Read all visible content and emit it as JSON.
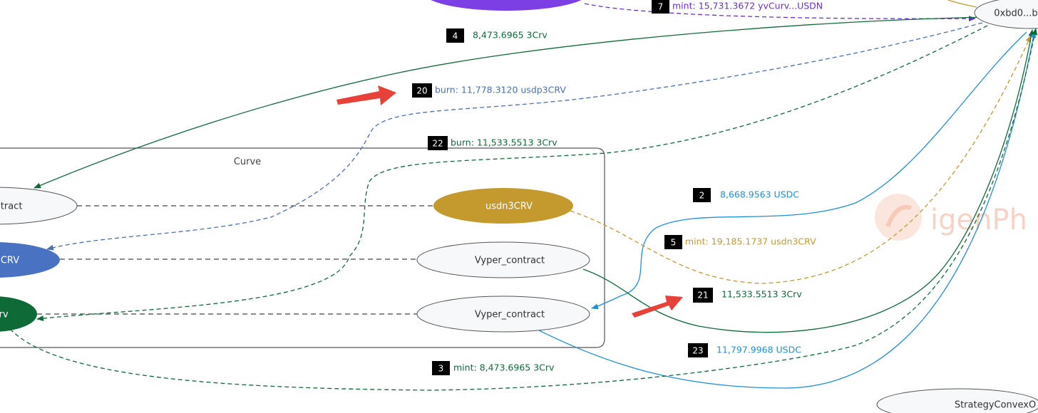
{
  "colors": {
    "green": "#0e6b38",
    "blue_dash": "#4a6fb5",
    "purple": "#6a2fd8",
    "gold": "#c4992e",
    "sky": "#1e90d8",
    "badge": "#000000",
    "arrow": "#e8413a",
    "node_fill": "#f7f8fa",
    "usdn_fill": "#c4992e",
    "blue_node_fill": "#4a72c2",
    "green_node_fill": "#0e6b38",
    "purple_node_fill": "#7b3fe4"
  },
  "cluster": {
    "label": "Curve"
  },
  "nodes": {
    "contract_left": "ontract",
    "crv_left": "CRV",
    "rv_left": "rv",
    "usdn3crv": "usdn3CRV",
    "vyper1": "Vyper_contract",
    "vyper2": "Vyper_contract",
    "account": "0xbd0...b",
    "strategy": "StrategyConvexO"
  },
  "watermark": {
    "text": "igenPh"
  },
  "edges": [
    {
      "id": "e7",
      "badge": "7",
      "text": "mint:   15,731.3672 yvCurv...USDN",
      "color": "purple"
    },
    {
      "id": "e4",
      "badge": "4",
      "text": "8,473.6965 3Crv",
      "color": "green"
    },
    {
      "id": "e20",
      "badge": "20",
      "text": "burn:   11,778.3120 usdp3CRV",
      "color": "blue_dash"
    },
    {
      "id": "e22",
      "badge": "22",
      "text": "burn:   11,533.5513 3Crv",
      "color": "green"
    },
    {
      "id": "e2",
      "badge": "2",
      "text": "8,668.9563 USDC",
      "color": "sky"
    },
    {
      "id": "e5",
      "badge": "5",
      "text": "mint:   19,185.1737 usdn3CRV",
      "color": "gold"
    },
    {
      "id": "e21",
      "badge": "21",
      "text": "11,533.5513 3Crv",
      "color": "green"
    },
    {
      "id": "e23",
      "badge": "23",
      "text": "11,797.9968 USDC",
      "color": "sky"
    },
    {
      "id": "e3",
      "badge": "3",
      "text": "mint:   8,473.6965 3Crv",
      "color": "green"
    }
  ]
}
